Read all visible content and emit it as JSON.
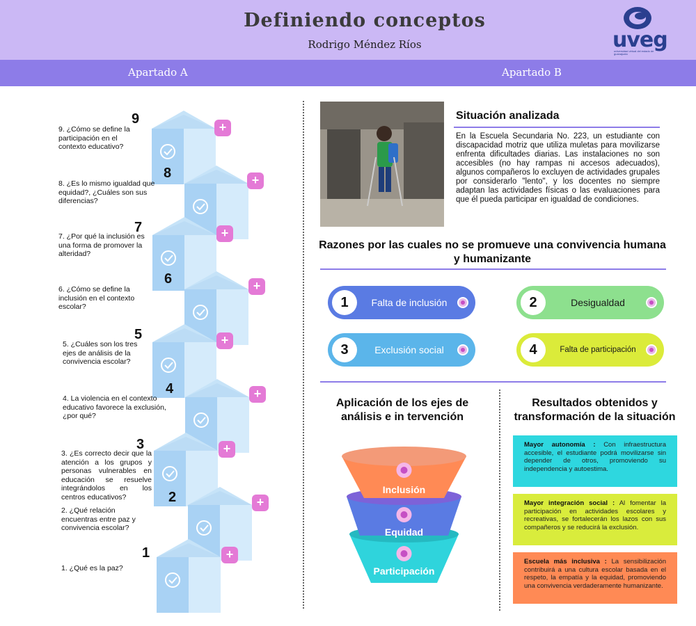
{
  "header": {
    "title": "Definiendo conceptos",
    "author": "Rodrigo Méndez Ríos",
    "logo_text": "uveg",
    "logo_sub": "universidad virtual del estado de guanajuato"
  },
  "sections": {
    "a": "Apartado A",
    "b": "Apartado B"
  },
  "steps": [
    {
      "number": "9",
      "question": "9. ¿Cómo se define la participación en el contexto educativo?",
      "icon": "hand-touch-icon"
    },
    {
      "number": "8",
      "question": "8. ¿Es lo mismo igualdad que equidad?, ¿Cuáles son sus diferencias?",
      "icon": "grid-apps-icon"
    },
    {
      "number": "7",
      "question": "7. ¿Por qué la inclusión es una forma de promover la alteridad?",
      "icon": "people-talk-icon"
    },
    {
      "number": "6",
      "question": "6. ¿Cómo se define la inclusión en el contexto escolar?",
      "icon": "chat-bubbles-icon"
    },
    {
      "number": "5",
      "question": "5. ¿Cuáles son los tres ejes de análisis de la convivencia escolar?",
      "icon": "search-circle-icon"
    },
    {
      "number": "4",
      "question": "4. La violencia en el contexto educativo favorece la exclusión, ¿por qué?",
      "icon": "person-fight-icon"
    },
    {
      "number": "3",
      "question": "3. ¿Es correcto decir que la atención a los grupos y personas vulnerables en educación se resuelve integrándolos en los centros educativos?",
      "icon": "group-arrows-icon"
    },
    {
      "number": "2",
      "question": "2. ¿Qué relación encuentras entre paz y convivencia escolar?",
      "icon": "handshake-icon"
    },
    {
      "number": "1",
      "question": "1. ¿Qué es la paz?",
      "icon": "peace-hand-icon"
    }
  ],
  "plus_label": "+",
  "situation": {
    "title": "Situación analizada",
    "text": "En la Escuela Secundaria No. 223, un estudiante con discapacidad motriz que utiliza muletas para movilizarse enfrenta dificultades diarias. Las instalaciones no son accesibles (no hay rampas ni accesos adecuados), algunos compañeros lo excluyen de actividades grupales por considerarlo \"lento\", y los docentes no siempre adaptan las actividades físicas o las evaluaciones para que él pueda participar en igualdad de condiciones."
  },
  "reasons": {
    "title": "Razones por las cuales no se promueve una convivencia humana y humanizante",
    "items": [
      {
        "number": "1",
        "label": "Falta de inclusión",
        "color": "#5a7be3",
        "text_color": "#ffffff"
      },
      {
        "number": "2",
        "label": "Desigualdad",
        "color": "#8de08e",
        "text_color": "#1a1a1a"
      },
      {
        "number": "3",
        "label": "Exclusión social",
        "color": "#5bb5ea",
        "text_color": "#ffffff"
      },
      {
        "number": "4",
        "label": "Falta de participación",
        "color": "#dbeb3a",
        "text_color": "#1a1a1a"
      }
    ]
  },
  "application": {
    "title": "Aplicación de los ejes de análisis e in tervención",
    "levels": [
      {
        "label": "Inclusión",
        "color": "#ff8a55"
      },
      {
        "label": "Equidad",
        "color": "#5a7be3"
      },
      {
        "label": "Participación",
        "color": "#2fd4dc"
      }
    ]
  },
  "results": {
    "title": "Resultados obtenidos y transformación de la situación",
    "items": [
      {
        "heading": "Mayor autonomía :",
        "text": "Con infraestructura accesible, el estudiante podrá movilizarse sin depender de otros, promoviendo su independencia y autoestima.",
        "color": "#2ed7df"
      },
      {
        "heading": "Mayor integración social :",
        "text": "Al fomentar la participación en actividades escolares y recreativas, se fortalecerán los lazos con sus compañeros y se reducirá la exclusión.",
        "color": "#d9ec3c"
      },
      {
        "heading": "Escuela más inclusiva :",
        "text": "La sensibilización contribuirá a una cultura escolar basada en el respeto, la empatía y la equidad, promoviendo una convivencia verdaderamente humanizante.",
        "color": "#ff8a55"
      }
    ]
  }
}
